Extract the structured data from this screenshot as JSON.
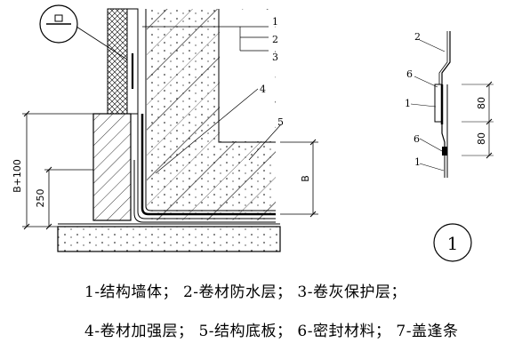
{
  "colors": {
    "ink": "#000000",
    "background": "#ffffff"
  },
  "callouts": {
    "main": [
      "1",
      "2",
      "3",
      "4",
      "5"
    ],
    "detail": [
      "2",
      "6",
      "1",
      "6",
      "1"
    ]
  },
  "dimensions": {
    "b_plus_100": "B+100",
    "d250": "250",
    "b": "B",
    "d80_top": "80",
    "d80_bottom": "80"
  },
  "detail_marker": "1",
  "legend": {
    "line1": "1-结构墙体； 2-卷材防水层； 3-卷灰保护层；",
    "line2": "4-卷材加强层； 5-结构底板； 6-密封材料； 7-盖逢条"
  }
}
